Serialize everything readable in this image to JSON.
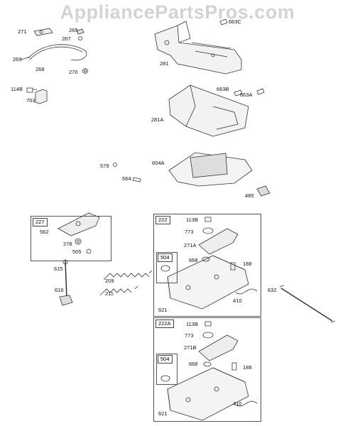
{
  "watermark": "AppliancePartsPros.com",
  "labels": {
    "p271": "271",
    "p265": "265",
    "p267": "267",
    "p269": "269",
    "p268": "268",
    "p270": "270",
    "p114b": "114B",
    "p703": "703",
    "p663c": "663C",
    "p281": "281",
    "p663b": "663B",
    "p663a": "663A",
    "p281a": "281A",
    "p579": "579",
    "p604a": "604A",
    "p564": "564",
    "p485": "485",
    "p562": "562",
    "p278": "278",
    "p505": "505",
    "p615": "615",
    "p616": "616",
    "p209": "209",
    "p211": "211",
    "g1_113b": "113B",
    "g1_773": "773",
    "g1_271a": "271A",
    "g1_668": "668",
    "g1_188": "188",
    "g1_410": "410",
    "g1_621": "621",
    "p632": "632",
    "g2_113b": "113B",
    "g2_773": "773",
    "g2_271b": "271B",
    "g2_668": "668",
    "g2_188": "188",
    "g2_410": "410",
    "g2_621": "621"
  },
  "boxes": {
    "b227": "227",
    "b222": "222",
    "b504a": "504",
    "b222a": "222A",
    "b504b": "504"
  }
}
